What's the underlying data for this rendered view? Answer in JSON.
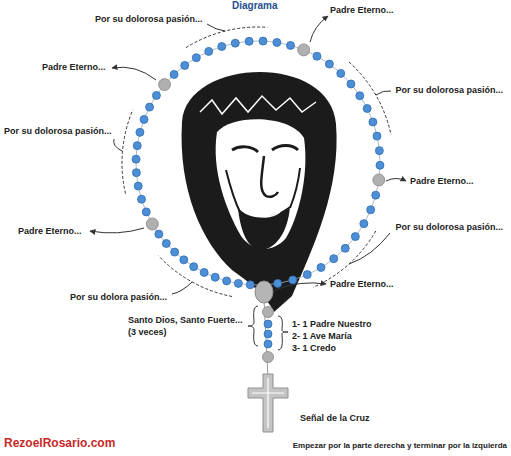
{
  "diagram": {
    "title": "Diagrama",
    "labels": [
      "Padre Eterno...",
      "Por su dolorosa pasión...",
      "Padre Eterno...",
      "Por su dolorosa pasión...",
      "Por su dolorosa pasión...",
      "Padre Eterno...",
      "Por su dolorosa pasión...",
      "Padre Eterno...",
      "Padre Eterno...",
      "Por su dolora pasión...",
      "Santo Dios, Santo Fuerte... (3 veces)",
      "1- 1 Padre Nuestro",
      "2- 1 Ave María",
      "3- 1 Credo",
      "Señal de la Cruz",
      "RezoelRosario.com",
      "Empezar por la parte derecha y terminar por la izquierda"
    ]
  }
}
